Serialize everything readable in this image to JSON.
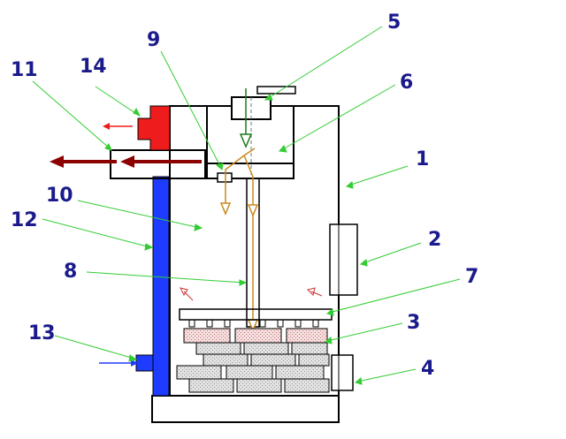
{
  "colors": {
    "outline": "#000000",
    "label": "#1a1a8c",
    "leader": "#33cc33",
    "water_jacket": "#1e3cff",
    "hot_outlet": "#ee1c1c",
    "flue_arrow": "#8b0000",
    "flame_path": "#c88a1e",
    "brick_fill": "#d8d8d8",
    "brick_fill_top": "#f0c8c8"
  },
  "callouts": [
    {
      "id": "1",
      "text": "1"
    },
    {
      "id": "2",
      "text": "2"
    },
    {
      "id": "3",
      "text": "3"
    },
    {
      "id": "4",
      "text": "4"
    },
    {
      "id": "5",
      "text": "5"
    },
    {
      "id": "6",
      "text": "6"
    },
    {
      "id": "7",
      "text": "7"
    },
    {
      "id": "8",
      "text": "8"
    },
    {
      "id": "9",
      "text": "9"
    },
    {
      "id": "10",
      "text": "10"
    },
    {
      "id": "11",
      "text": "11"
    },
    {
      "id": "12",
      "text": "12"
    },
    {
      "id": "13",
      "text": "13"
    },
    {
      "id": "14",
      "text": "14"
    }
  ]
}
